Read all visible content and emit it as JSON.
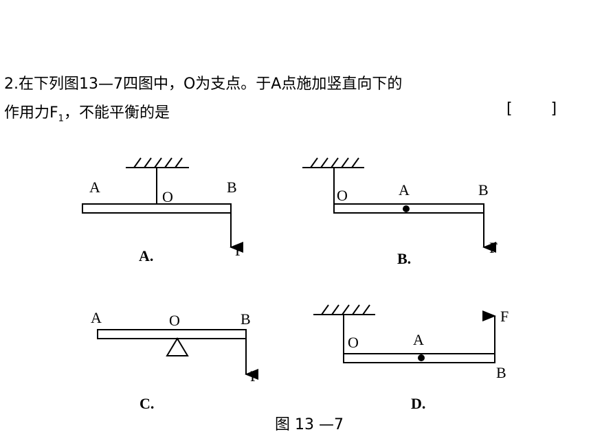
{
  "question": {
    "line1": "2.在下列图13—7四图中，O为支点。于A点施加竖直向下的",
    "line2_prefix": "作用力F",
    "line2_sub": "1",
    "line2_suffix": "，不能平衡的是",
    "bracket": "[        ]"
  },
  "diagrams": {
    "A": {
      "caption": "A.",
      "label_A": "A",
      "label_O": "O",
      "label_B": "B",
      "label_F": "F"
    },
    "B": {
      "caption": "B.",
      "label_O": "O",
      "label_A": "A",
      "label_B": "B",
      "label_F": "F"
    },
    "C": {
      "caption": "C.",
      "label_A": "A",
      "label_O": "O",
      "label_B": "B",
      "label_F": "F"
    },
    "D": {
      "caption": "D.",
      "label_O": "O",
      "label_A": "A",
      "label_B": "B",
      "label_F": "F"
    }
  },
  "figure_caption": "图 13 —7"
}
